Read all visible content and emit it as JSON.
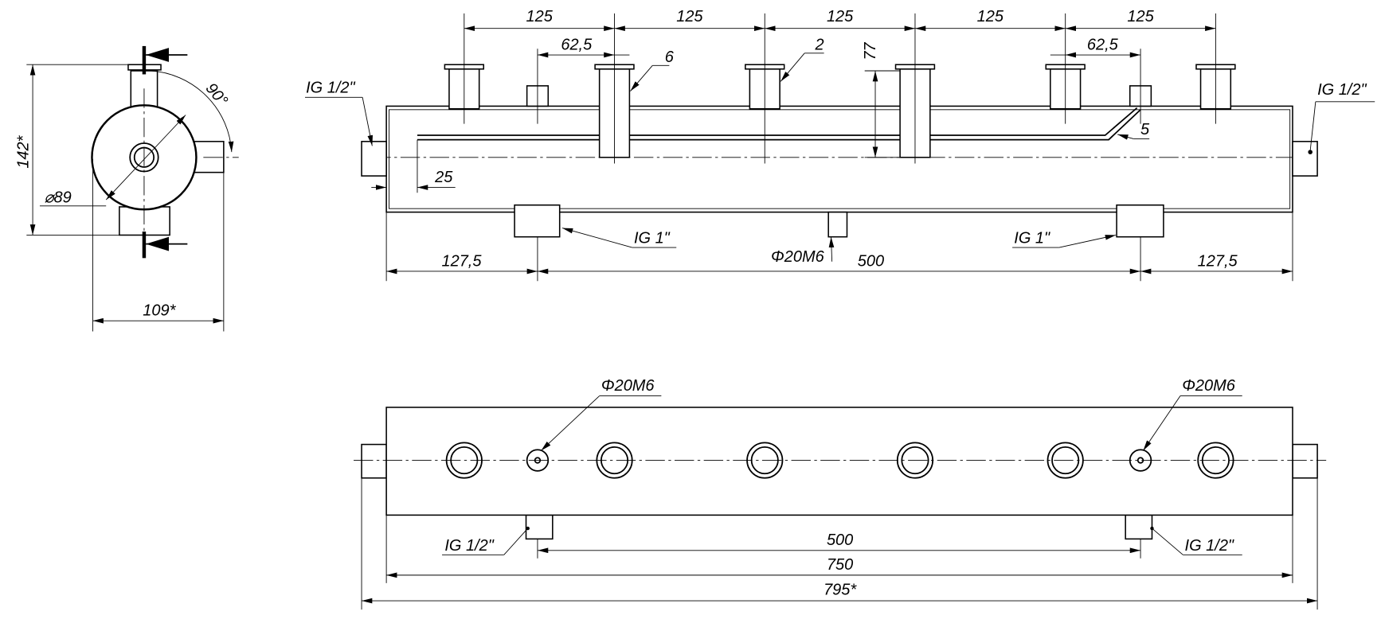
{
  "side_view": {
    "height_dim": "142*",
    "width_dim": "109*",
    "diameter_dim": "⌀89",
    "angle_dim": "90°"
  },
  "front_view": {
    "pitch_dims": [
      "125",
      "125",
      "125",
      "125",
      "125"
    ],
    "half_pitch_left": "62,5",
    "half_pitch_right": "62,5",
    "height_dim": "77",
    "callout_6": "6",
    "callout_2": "2",
    "callout_5": "5",
    "left_port": "IG 1/2\"",
    "right_port": "IG 1/2\"",
    "inner_offset": "25",
    "bottom_port_left": "IG 1\"",
    "bottom_port_right": "IG 1\"",
    "sleeve": "Φ20M6",
    "bottom_dims": [
      "127,5",
      "500",
      "127,5"
    ]
  },
  "top_view": {
    "sleeve_left": "Φ20M6",
    "sleeve_right": "Φ20M6",
    "port_left": "IG 1/2\"",
    "port_right": "IG 1/2\"",
    "dim_500": "500",
    "dim_750": "750",
    "dim_795": "795*"
  }
}
